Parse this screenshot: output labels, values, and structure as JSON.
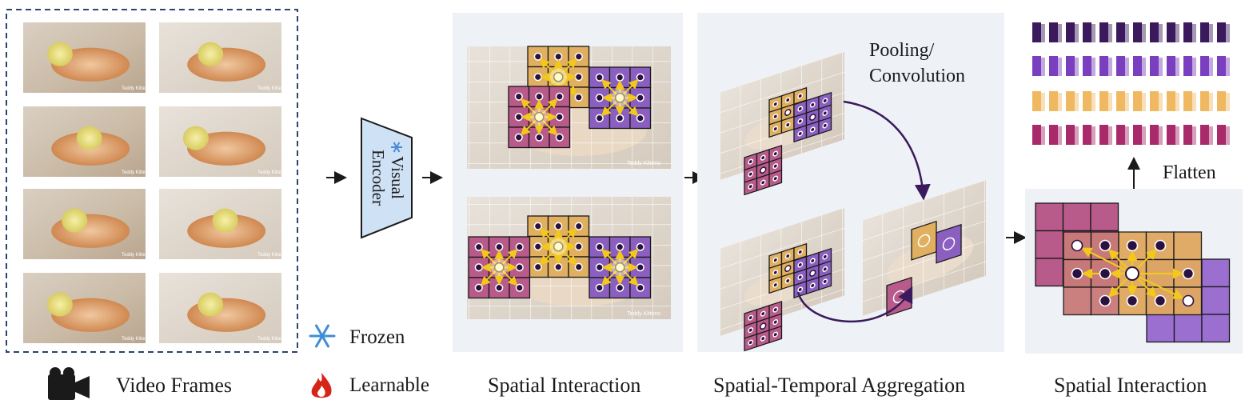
{
  "sections": {
    "video_frames": "Video Frames",
    "spatial_interaction_1": "Spatial Interaction",
    "spatial_temporal": "Spatial-Temporal Aggregation",
    "spatial_interaction_2": "Spatial Interaction"
  },
  "encoder": {
    "line1": "Visual",
    "line2": "Encoder"
  },
  "legend": {
    "frozen": "Frozen",
    "learnable": "Learnable"
  },
  "annotations": {
    "pooling": "Pooling/",
    "convolution": "Convolution",
    "flatten": "Flatten"
  },
  "watermark": "Teddy Kittens",
  "colors": {
    "dark_purple": "#3a1a5c",
    "purple": "#7a3fbf",
    "gold": "#f0b860",
    "magenta": "#a82a6a",
    "pink_patch": "#b85a8a",
    "violet_patch": "#8a5fc0",
    "amber_patch": "#e0b060",
    "arrow_yellow": "#f2c81c",
    "border_blue": "#2c4470",
    "panel_bg": "#eef1f6"
  },
  "icons": [
    "camera-icon",
    "snowflake-icon",
    "flame-icon"
  ]
}
